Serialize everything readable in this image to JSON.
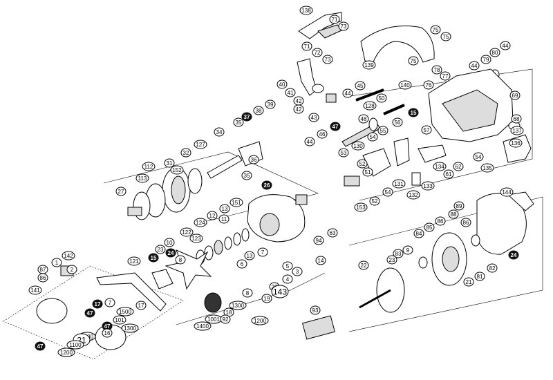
{
  "callouts": [
    {
      "label": "138",
      "dark": false,
      "big": false
    },
    {
      "label": "71",
      "dark": false,
      "big": false
    },
    {
      "label": "73",
      "dark": false,
      "big": false
    },
    {
      "label": "75",
      "dark": false,
      "big": false
    },
    {
      "label": "75",
      "dark": false,
      "big": false
    },
    {
      "label": "71",
      "dark": false,
      "big": false
    },
    {
      "label": "72",
      "dark": false,
      "big": false
    },
    {
      "label": "73",
      "dark": false,
      "big": false
    },
    {
      "label": "139",
      "dark": false,
      "big": false
    },
    {
      "label": "75",
      "dark": false,
      "big": false
    },
    {
      "label": "44",
      "dark": false,
      "big": false
    },
    {
      "label": "80",
      "dark": false,
      "big": false
    },
    {
      "label": "79",
      "dark": false,
      "big": false
    },
    {
      "label": "44",
      "dark": false,
      "big": false
    },
    {
      "label": "78",
      "dark": false,
      "big": false
    },
    {
      "label": "77",
      "dark": false,
      "big": false
    },
    {
      "label": "76",
      "dark": false,
      "big": false
    },
    {
      "label": "40",
      "dark": false,
      "big": false
    },
    {
      "label": "41",
      "dark": false,
      "big": false
    },
    {
      "label": "42",
      "dark": false,
      "big": false
    },
    {
      "label": "42",
      "dark": false,
      "big": false
    },
    {
      "label": "43",
      "dark": false,
      "big": false
    },
    {
      "label": "44",
      "dark": false,
      "big": false
    },
    {
      "label": "45",
      "dark": false,
      "big": false
    },
    {
      "label": "50",
      "dark": false,
      "big": false
    },
    {
      "label": "128",
      "dark": false,
      "big": false
    },
    {
      "label": "140",
      "dark": false,
      "big": false
    },
    {
      "label": "69",
      "dark": false,
      "big": false
    },
    {
      "label": "37",
      "dark": true,
      "big": false
    },
    {
      "label": "38",
      "dark": false,
      "big": false
    },
    {
      "label": "39",
      "dark": false,
      "big": false
    },
    {
      "label": "35",
      "dark": false,
      "big": false
    },
    {
      "label": "15",
      "dark": true,
      "big": false
    },
    {
      "label": "48",
      "dark": false,
      "big": false
    },
    {
      "label": "56",
      "dark": false,
      "big": false
    },
    {
      "label": "57",
      "dark": false,
      "big": false
    },
    {
      "label": "68",
      "dark": false,
      "big": false
    },
    {
      "label": "137",
      "dark": false,
      "big": false
    },
    {
      "label": "136",
      "dark": false,
      "big": false
    },
    {
      "label": "34",
      "dark": false,
      "big": false
    },
    {
      "label": "47",
      "dark": true,
      "big": false
    },
    {
      "label": "46",
      "dark": false,
      "big": false
    },
    {
      "label": "55",
      "dark": false,
      "big": false
    },
    {
      "label": "54",
      "dark": false,
      "big": false
    },
    {
      "label": "44",
      "dark": false,
      "big": false
    },
    {
      "label": "130",
      "dark": false,
      "big": false
    },
    {
      "label": "53",
      "dark": false,
      "big": false
    },
    {
      "label": "32",
      "dark": false,
      "big": false
    },
    {
      "label": "127",
      "dark": false,
      "big": false
    },
    {
      "label": "36",
      "dark": false,
      "big": false
    },
    {
      "label": "52",
      "dark": false,
      "big": false
    },
    {
      "label": "134",
      "dark": false,
      "big": false
    },
    {
      "label": "54",
      "dark": false,
      "big": false
    },
    {
      "label": "135",
      "dark": false,
      "big": false
    },
    {
      "label": "31",
      "dark": false,
      "big": false
    },
    {
      "label": "152",
      "dark": false,
      "big": false
    },
    {
      "label": "62",
      "dark": false,
      "big": false
    },
    {
      "label": "112",
      "dark": false,
      "big": false
    },
    {
      "label": "35",
      "dark": false,
      "big": false
    },
    {
      "label": "51",
      "dark": false,
      "big": false
    },
    {
      "label": "131",
      "dark": false,
      "big": false
    },
    {
      "label": "61",
      "dark": false,
      "big": false
    },
    {
      "label": "113",
      "dark": false,
      "big": false
    },
    {
      "label": "26",
      "dark": true,
      "big": false
    },
    {
      "label": "54",
      "dark": false,
      "big": false
    },
    {
      "label": "133",
      "dark": false,
      "big": false
    },
    {
      "label": "27",
      "dark": false,
      "big": false
    },
    {
      "label": "132",
      "dark": false,
      "big": false
    },
    {
      "label": "52",
      "dark": false,
      "big": false
    },
    {
      "label": "153",
      "dark": false,
      "big": false
    },
    {
      "label": "144",
      "dark": false,
      "big": false
    },
    {
      "label": "151",
      "dark": false,
      "big": false
    },
    {
      "label": "13",
      "dark": false,
      "big": false
    },
    {
      "label": "89",
      "dark": false,
      "big": false
    },
    {
      "label": "124",
      "dark": false,
      "big": false
    },
    {
      "label": "12",
      "dark": false,
      "big": false
    },
    {
      "label": "11",
      "dark": false,
      "big": false
    },
    {
      "label": "88",
      "dark": false,
      "big": false
    },
    {
      "label": "86",
      "dark": false,
      "big": false
    },
    {
      "label": "63",
      "dark": false,
      "big": false
    },
    {
      "label": "85",
      "dark": false,
      "big": false
    },
    {
      "label": "86",
      "dark": false,
      "big": false
    },
    {
      "label": "84",
      "dark": false,
      "big": false
    },
    {
      "label": "122",
      "dark": false,
      "big": false
    },
    {
      "label": "123",
      "dark": false,
      "big": false
    },
    {
      "label": "10",
      "dark": false,
      "big": false
    },
    {
      "label": "94",
      "dark": false,
      "big": false
    },
    {
      "label": "24",
      "dark": true,
      "big": false
    },
    {
      "label": "8",
      "dark": false,
      "big": false
    },
    {
      "label": "9",
      "dark": false,
      "big": false
    },
    {
      "label": "23",
      "dark": false,
      "big": false
    },
    {
      "label": "7",
      "dark": false,
      "big": false
    },
    {
      "label": "15",
      "dark": true,
      "big": false
    },
    {
      "label": "83",
      "dark": false,
      "big": false
    },
    {
      "label": "6",
      "dark": false,
      "big": false
    },
    {
      "label": "13",
      "dark": false,
      "big": false
    },
    {
      "label": "14",
      "dark": false,
      "big": false
    },
    {
      "label": "24",
      "dark": true,
      "big": false
    },
    {
      "label": "142",
      "dark": false,
      "big": false
    },
    {
      "label": "121",
      "dark": false,
      "big": false
    },
    {
      "label": "5",
      "dark": false,
      "big": false
    },
    {
      "label": "23",
      "dark": false,
      "big": false
    },
    {
      "label": "82",
      "dark": false,
      "big": false
    },
    {
      "label": "87",
      "dark": false,
      "big": false
    },
    {
      "label": "1",
      "dark": false,
      "big": false
    },
    {
      "label": "2",
      "dark": false,
      "big": false
    },
    {
      "label": "3",
      "dark": false,
      "big": false
    },
    {
      "label": "22",
      "dark": false,
      "big": false
    },
    {
      "label": "81",
      "dark": false,
      "big": false
    },
    {
      "label": "86",
      "dark": false,
      "big": false
    },
    {
      "label": "4",
      "dark": false,
      "big": false
    },
    {
      "label": "20",
      "dark": false,
      "big": false
    },
    {
      "label": "21",
      "dark": false,
      "big": false
    },
    {
      "label": "141",
      "dark": false,
      "big": false
    },
    {
      "label": "143",
      "dark": false,
      "big": true
    },
    {
      "label": "19",
      "dark": false,
      "big": false
    },
    {
      "label": "8",
      "dark": false,
      "big": false
    },
    {
      "label": "7",
      "dark": false,
      "big": false
    },
    {
      "label": "17",
      "dark": true,
      "big": false
    },
    {
      "label": "1300",
      "dark": false,
      "big": false
    },
    {
      "label": "18",
      "dark": false,
      "big": false
    },
    {
      "label": "17",
      "dark": false,
      "big": false
    },
    {
      "label": "1500",
      "dark": false,
      "big": false
    },
    {
      "label": "47",
      "dark": true,
      "big": false
    },
    {
      "label": "1001",
      "dark": false,
      "big": false
    },
    {
      "label": "92",
      "dark": false,
      "big": false
    },
    {
      "label": "93",
      "dark": false,
      "big": false
    },
    {
      "label": "101",
      "dark": false,
      "big": false
    },
    {
      "label": "1300",
      "dark": false,
      "big": false
    },
    {
      "label": "47",
      "dark": true,
      "big": false
    },
    {
      "label": "1400",
      "dark": false,
      "big": false
    },
    {
      "label": "16",
      "dark": false,
      "big": false
    },
    {
      "label": "1400",
      "dark": false,
      "big": false
    },
    {
      "label": "1200",
      "dark": false,
      "big": false
    },
    {
      "label": "21",
      "dark": false,
      "big": true
    },
    {
      "label": "47",
      "dark": true,
      "big": false
    },
    {
      "label": "1100",
      "dark": false,
      "big": false
    },
    {
      "label": "1200",
      "dark": false,
      "big": false
    },
    {
      "label": "1100",
      "dark": false,
      "big": false
    }
  ]
}
